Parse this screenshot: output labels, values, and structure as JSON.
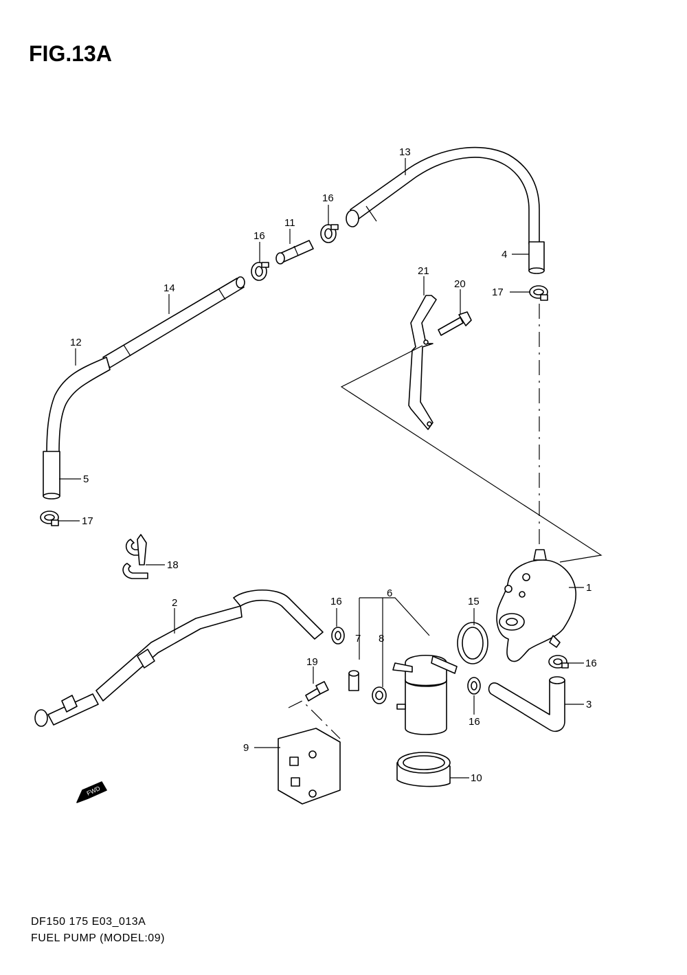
{
  "figure": {
    "title": "FIG.13A"
  },
  "fwd_label": "FWD",
  "callouts": {
    "p1": "1",
    "p2": "2",
    "p3": "3",
    "p4": "4",
    "p5": "5",
    "p6": "6",
    "p7": "7",
    "p8": "8",
    "p9": "9",
    "p10": "10",
    "p11": "11",
    "p12": "12",
    "p13": "13",
    "p14": "14",
    "p15": "15",
    "p16a": "16",
    "p16b": "16",
    "p16c": "16",
    "p16d": "16",
    "p16e": "16",
    "p17a": "17",
    "p17b": "17",
    "p18": "18",
    "p19": "19",
    "p20": "20",
    "p21": "21"
  },
  "footer": {
    "code": "DF150 175 E03_013A",
    "name": "FUEL PUMP (MODEL:09)"
  }
}
